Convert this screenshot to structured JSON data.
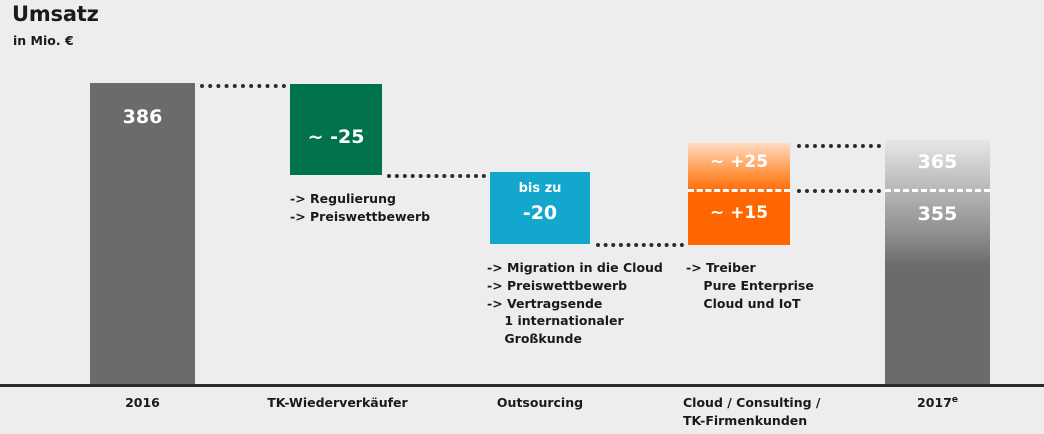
{
  "header": {
    "title": "Umsatz",
    "subtitle": "in Mio. €"
  },
  "colors": {
    "background": "#ededed",
    "start_bar": "#6b6b6b",
    "decrease_green": "#00724c",
    "decrease_blue": "#13a7ce",
    "increase_orange": "#ff6600",
    "end_bar": "#6b6b6b",
    "axis": "#2b2b2b",
    "text": "#1a1a1a",
    "bar_label": "#ffffff"
  },
  "chart_data": {
    "type": "bar",
    "title": "Umsatz",
    "subtitle": "in Mio. €",
    "xlabel": "",
    "ylabel": "in Mio. €",
    "grid": false,
    "legend": "none",
    "categories": [
      "2016",
      "TK-Wiederverkäufer",
      "Outsourcing",
      "Cloud / Consulting / TK-Firmenkunden",
      "2017e"
    ],
    "values": [
      386,
      -25,
      -20,
      20,
      360
    ],
    "series": [
      {
        "name": "Umsatzbrücke 2016 auf 2017e",
        "points": [
          {
            "category": "2016",
            "label": "386",
            "value": 386,
            "kind": "total",
            "color": "#6b6b6b"
          },
          {
            "category": "TK-Wiederverkäufer",
            "label": "~ -25",
            "value": -25,
            "kind": "decrease",
            "color": "#00724c"
          },
          {
            "category": "Outsourcing",
            "label_top": "bis zu",
            "label": "-20",
            "value": -20,
            "kind": "decrease",
            "color": "#13a7ce"
          },
          {
            "category": "Cloud / Consulting / TK-Firmenkunden",
            "label_top": "~ +25",
            "label_bottom": "~ +15",
            "value_high": 25,
            "value_low": 15,
            "kind": "increase-range",
            "color": "#ff6600"
          },
          {
            "category": "2017e",
            "label_top": "365",
            "label_bottom": "355",
            "value_high": 365,
            "value_low": 355,
            "kind": "total-range",
            "color": "#6b6b6b"
          }
        ]
      }
    ],
    "annotations": [
      {
        "category": "TK-Wiederverkäufer",
        "lines": [
          "-> Regulierung",
          "-> Preiswettbewerb"
        ]
      },
      {
        "category": "Outsourcing",
        "lines": [
          "-> Migration in die Cloud",
          "-> Preiswettbewerb",
          "-> Vertragsende",
          "   1 internationaler",
          "   Großkunde"
        ]
      },
      {
        "category": "Cloud / Consulting / TK-Firmenkunden",
        "lines": [
          "-> Treiber",
          "   Pure Enterprise",
          "   Cloud und IoT"
        ]
      }
    ]
  },
  "bars": {
    "start": {
      "value_label": "386"
    },
    "green": {
      "value_label": "~ -25"
    },
    "blue": {
      "small_label": "bis zu",
      "value_label": "-20"
    },
    "orange": {
      "top_label": "~ +25",
      "bottom_label": "~ +15"
    },
    "end": {
      "top_label": "365",
      "bottom_label": "355"
    }
  },
  "notes": {
    "green": "-> Regulierung\n-> Preiswettbewerb",
    "blue": "-> Migration in die Cloud\n-> Preiswettbewerb\n-> Vertragsende\n    1 internationaler\n    Großkunde",
    "orange": "-> Treiber\n    Pure Enterprise\n    Cloud und IoT"
  },
  "categories": {
    "c1": "2016",
    "c2": "TK-Wiederverkäufer",
    "c3": "Outsourcing",
    "c4": "Cloud / Consulting /\nTK-Firmenkunden",
    "c5_base": "2017",
    "c5_sup": "e"
  }
}
